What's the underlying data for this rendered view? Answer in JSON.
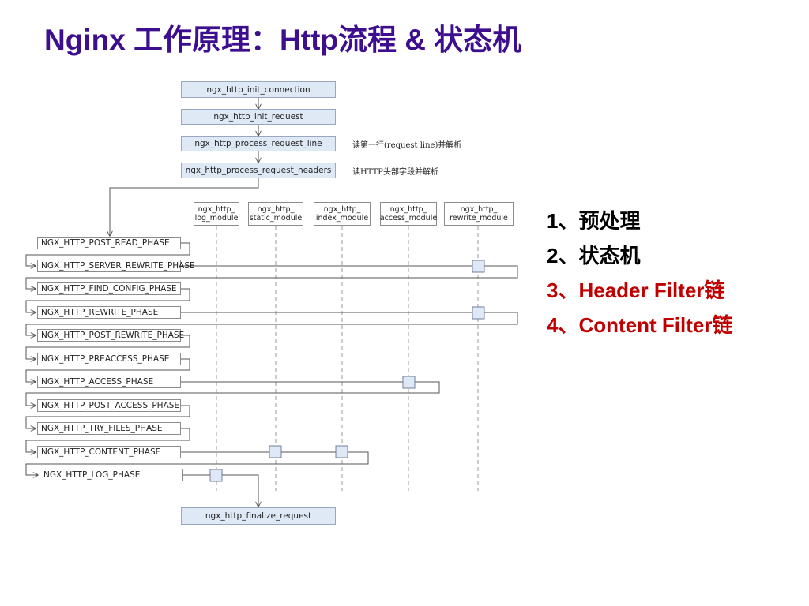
{
  "slide": {
    "title": "Nginx 工作原理：Http流程 & 状态机"
  },
  "flow": {
    "init_connection": "ngx_http_init_connection",
    "init_request": "ngx_http_init_request",
    "process_request_line": "ngx_http_process_request_line",
    "process_request_headers": "ngx_http_process_request_headers",
    "finalize_request": "ngx_http_finalize_request"
  },
  "notes": {
    "request_line": "读第一行(request line)并解析",
    "headers": "读HTTP头部字段并解析"
  },
  "modules": [
    {
      "line1": "ngx_http_",
      "line2": "log_module"
    },
    {
      "line1": "ngx_http_",
      "line2": "static_module"
    },
    {
      "line1": "ngx_http_",
      "line2": "index_module"
    },
    {
      "line1": "ngx_http_",
      "line2": "access_module"
    },
    {
      "line1": "ngx_http_",
      "line2": "rewrite_module"
    }
  ],
  "phases": [
    {
      "label": "NGX_HTTP_POST_READ_PHASE"
    },
    {
      "label": "NGX_HTTP_SERVER_REWRITE_PHASE"
    },
    {
      "label": "NGX_HTTP_FIND_CONFIG_PHASE"
    },
    {
      "label": "NGX_HTTP_REWRITE_PHASE"
    },
    {
      "label": "NGX_HTTP_POST_REWRITE_PHASE"
    },
    {
      "label": "NGX_HTTP_PREACCESS_PHASE"
    },
    {
      "label": "NGX_HTTP_ACCESS_PHASE"
    },
    {
      "label": "NGX_HTTP_POST_ACCESS_PHASE"
    },
    {
      "label": "NGX_HTTP_TRY_FILES_PHASE"
    },
    {
      "label": "NGX_HTTP_CONTENT_PHASE"
    },
    {
      "label": "NGX_HTTP_LOG_PHASE"
    }
  ],
  "side_list": [
    {
      "text": "1、预处理",
      "color": "#000000"
    },
    {
      "text": "2、状态机",
      "color": "#000000"
    },
    {
      "text": "3、Header Filter链",
      "color": "#c00000"
    },
    {
      "text": "4、Content Filter链",
      "color": "#c00000"
    }
  ],
  "colors": {
    "title": "#3d0f8e",
    "highlight": "#c00000",
    "handler_fill": "#dfe8f5",
    "line": "#555555"
  }
}
